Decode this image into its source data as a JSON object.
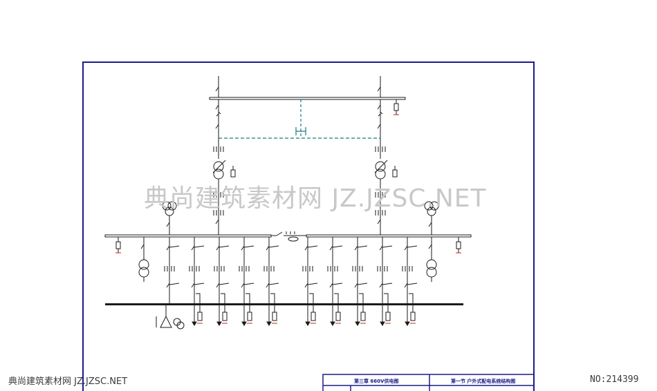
{
  "watermark": {
    "main_text": "典尚建筑素材网 JZ.JZSC.NET",
    "footer_text": "典尚建筑素材网 JZ.JZSC.NET",
    "id_text": "NO:214399"
  },
  "title_block": {
    "chapter": "第三章 660V供电图",
    "section": "第一节 户外式配电系统结构图"
  },
  "colors": {
    "frame": "#1a1a8a",
    "line": "#1a1a1a",
    "tie": "#1a7a7a",
    "accent": "#cc2222",
    "watermark": "#c8c8c8"
  },
  "diagram": {
    "top_bus_count": 1,
    "main_bus_sections": 2,
    "incoming_transformers": 2,
    "auxiliary_transformers": 2,
    "left_feeders": 5,
    "right_feeders": 5,
    "bus_tie_label": "",
    "ground_bus": true
  }
}
